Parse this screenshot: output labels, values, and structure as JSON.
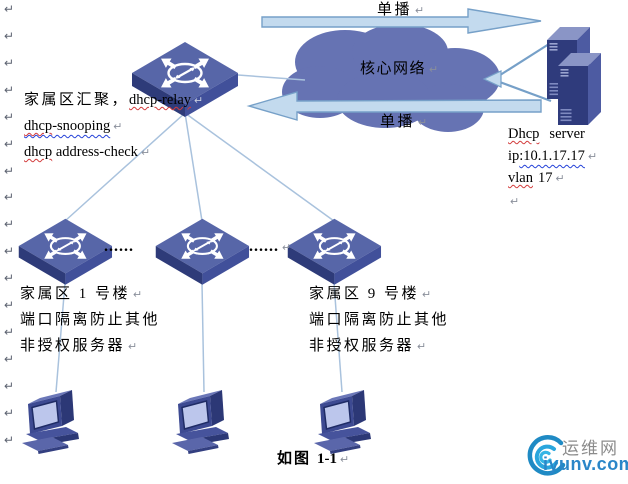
{
  "marks": {
    "cr": "↵",
    "dots": "......"
  },
  "labels": {
    "unicast_top": "单播",
    "core_network": "核心网络",
    "unicast_bottom": "单播",
    "aggregation": {
      "cn": "家属区汇聚，",
      "relay": "dhcp-relay",
      "snooping_red": "dhcp",
      "snooping_rest": "-snooping",
      "check_red": "dhcp",
      "check_rest": " address-check"
    },
    "dhcp_server": {
      "name_red": "Dhcp",
      "name_rest": "server",
      "ip_prefix": "ip",
      "ip_value": ":10.1.17.17",
      "vlan_red": "vlan",
      "vlan_rest": "17"
    },
    "building_1": {
      "line1": "家属区 1 号楼",
      "line2": "端口隔离防止其他",
      "line3": "非授权服务器"
    },
    "building_9": {
      "line1": "家属区 9 号楼",
      "line2": "端口隔离防止其他",
      "line3": "非授权服务器"
    },
    "caption": {
      "bold": "如图",
      "num": "1-1"
    },
    "watermark": {
      "site_cn": "运维网",
      "site_en": "iyunv.com"
    }
  },
  "icons": {
    "core_switch": "l3-switch-icon",
    "building_switch": "l2-switch-icon",
    "cloud": "core-network-cloud-icon",
    "server": "server-tower-icon",
    "pc": "desktop-pc-icon",
    "arrow_right": "unicast-right-arrow-icon",
    "arrow_left": "unicast-left-arrow-icon",
    "watermark": "iyunv-swirl-logo-icon",
    "paragraph_mark": "paragraph-return-icon"
  },
  "colors": {
    "cloud": "#6673b3",
    "arrow_fill": "#c3daee",
    "arrow_stroke": "#76a0c8",
    "link_line": "#a9c2dd",
    "switch_top": "#5766a8",
    "switch_front_left": "#2e3b79",
    "switch_front_right": "#41509a",
    "screen": "#bcc6ec",
    "squiggle_red": "#d23b3b",
    "squiggle_blue": "#2441d8",
    "watermark_blue": "#2a86c8",
    "watermark_gray": "#8c8c8c"
  }
}
